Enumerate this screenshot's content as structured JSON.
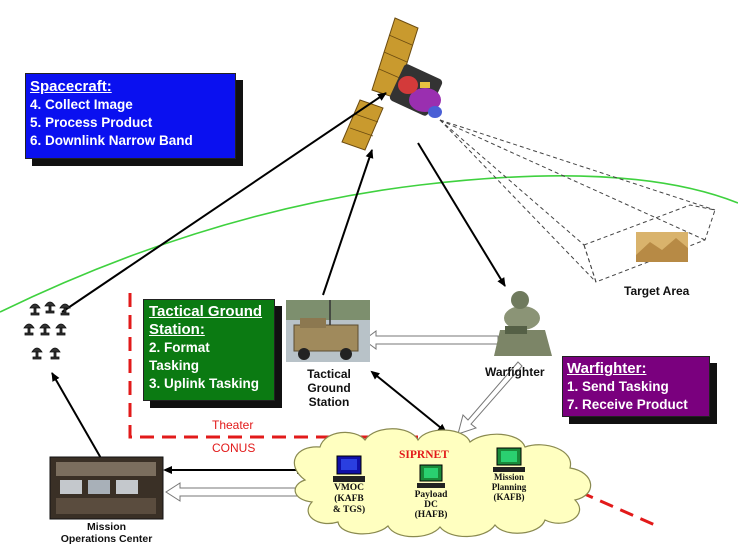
{
  "spacecraft_box": {
    "title": "Spacecraft:",
    "lines": [
      "4. Collect Image",
      "5. Process Product",
      "6. Downlink Narrow Band"
    ],
    "color": "#0a10f0"
  },
  "tgs_box": {
    "title_line1": "Tactical Ground",
    "title_line2": "Station:",
    "lines": [
      "2. Format",
      "Tasking",
      "3. Uplink Tasking"
    ],
    "color": "#0b7a12"
  },
  "warfighter_box": {
    "title": "Warfighter:",
    "lines": [
      "1. Send Tasking",
      "7. Receive Product"
    ],
    "color": "#7a007e"
  },
  "labels": {
    "target_area": "Target Area",
    "tgs": [
      "Tactical",
      "Ground",
      "Station"
    ],
    "warfighter": "Warfighter",
    "theater": "Theater",
    "conus": "CONUS",
    "siprnet": "SIPRNET",
    "vmoc": [
      "VMOC",
      "(KAFB",
      "& TGS)"
    ],
    "payload_dc": [
      "Payload",
      "DC",
      "(HAFB)"
    ],
    "mission_planning": [
      "Mission",
      "Planning",
      "(KAFB)"
    ],
    "moc": [
      "Mission",
      "Operations Center"
    ]
  },
  "colors": {
    "boundary": "#e21a1a",
    "horizon": "#3fd13f",
    "cloud": "#ffffc0",
    "arrow": "#000000"
  }
}
